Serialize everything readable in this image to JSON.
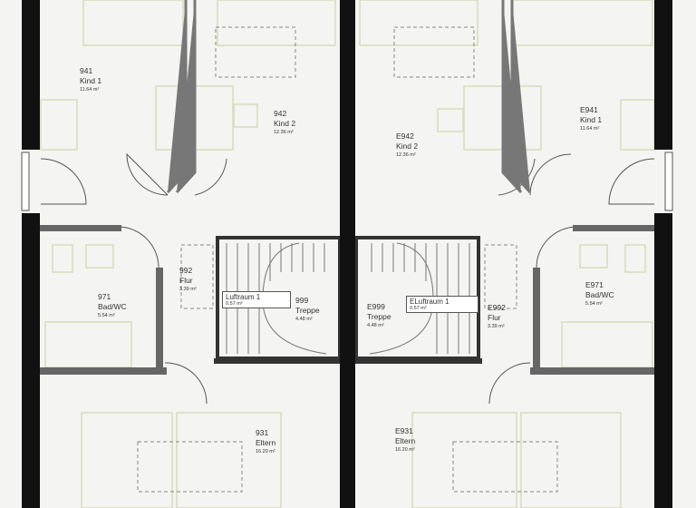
{
  "rooms": [
    {
      "id": "941",
      "name": "Kind 1",
      "area": "11.64 m²"
    },
    {
      "id": "942",
      "name": "Kind 2",
      "area": "12.36 m²"
    },
    {
      "id": "992",
      "name": "Flur",
      "area": "3.39 m²"
    },
    {
      "id": "971",
      "name": "Bad/WC",
      "area": "5.54 m²"
    },
    {
      "id": "999",
      "name": "Treppe",
      "area": "4.48 m²"
    },
    {
      "id": "931",
      "name": "Eltern",
      "area": "16.20 m²"
    },
    {
      "id": "E941",
      "name": "Kind 1",
      "area": "11.64 m²"
    },
    {
      "id": "E942",
      "name": "Kind 2",
      "area": "12.36 m²"
    },
    {
      "id": "E992",
      "name": "Flur",
      "area": "3.39 m²"
    },
    {
      "id": "E971",
      "name": "Bad/WC",
      "area": "5.54 m²"
    },
    {
      "id": "E999",
      "name": "Treppe",
      "area": "4.48 m²"
    },
    {
      "id": "E931",
      "name": "Eltern",
      "area": "16.20 m²"
    }
  ],
  "voids": [
    {
      "name": "Luftraum 1",
      "area": "0.57 m²"
    },
    {
      "name": "ELuftraum 1",
      "area": "0.57 m²"
    }
  ],
  "colors": {
    "background": "#f4f4f2",
    "outer_wall": "#111111",
    "inner_wall": "#777777",
    "furniture": "#d8dcb8"
  }
}
